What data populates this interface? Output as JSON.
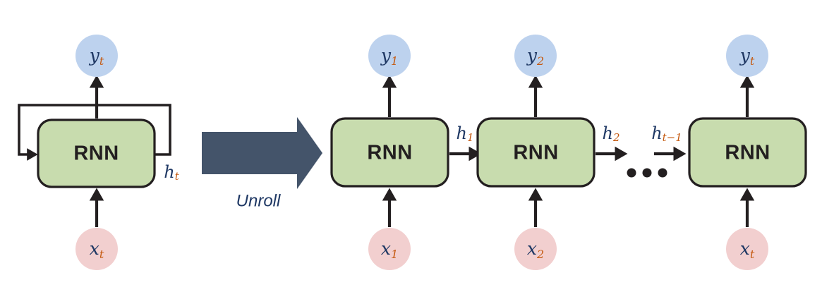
{
  "figure": {
    "title": "RNN unrolling diagram",
    "background_color": "#ffffff"
  },
  "colors": {
    "rnn_fill": "#c8dcae",
    "rnn_stroke": "#231f20",
    "output_circle": "#bdd2ee",
    "input_circle": "#f2cfcf",
    "wire": "#231f20",
    "label_navy": "#1f3864",
    "subscript_orange": "#c55a11",
    "unroll_arrow": "#44546a"
  },
  "left_panel": {
    "name": "folded-rnn",
    "output_node": {
      "base": "y",
      "sub": "t",
      "full": "y_t"
    },
    "cell_label": "RNN",
    "input_node": {
      "base": "x",
      "sub": "t",
      "full": "x_t"
    },
    "recurrent_label": {
      "base": "h",
      "sub": "t",
      "full": "h_t"
    }
  },
  "transition": {
    "name": "unroll-arrow",
    "label": "Unroll",
    "direction": "right"
  },
  "right_panel": {
    "name": "unrolled-rnn",
    "ellipsis": "• • •",
    "units": [
      {
        "index": 1,
        "cell_label": "RNN",
        "output_node": {
          "base": "y",
          "sub": "1",
          "full": "y_1"
        },
        "input_node": {
          "base": "x",
          "sub": "1",
          "full": "x_1"
        },
        "out_state_label": {
          "base": "h",
          "sub": "1",
          "full": "h_1"
        }
      },
      {
        "index": 2,
        "cell_label": "RNN",
        "output_node": {
          "base": "y",
          "sub": "2",
          "full": "y_2"
        },
        "input_node": {
          "base": "x",
          "sub": "2",
          "full": "x_2"
        },
        "out_state_label": {
          "base": "h",
          "sub": "2",
          "full": "h_2"
        }
      },
      {
        "index": 3,
        "cell_label": "RNN",
        "output_node": {
          "base": "y",
          "sub": "t",
          "full": "y_t"
        },
        "input_node": {
          "base": "x",
          "sub": "t",
          "full": "x_t"
        },
        "in_state_label": {
          "base": "h",
          "sub": "t−1",
          "full": "h_{t-1}"
        }
      }
    ]
  }
}
